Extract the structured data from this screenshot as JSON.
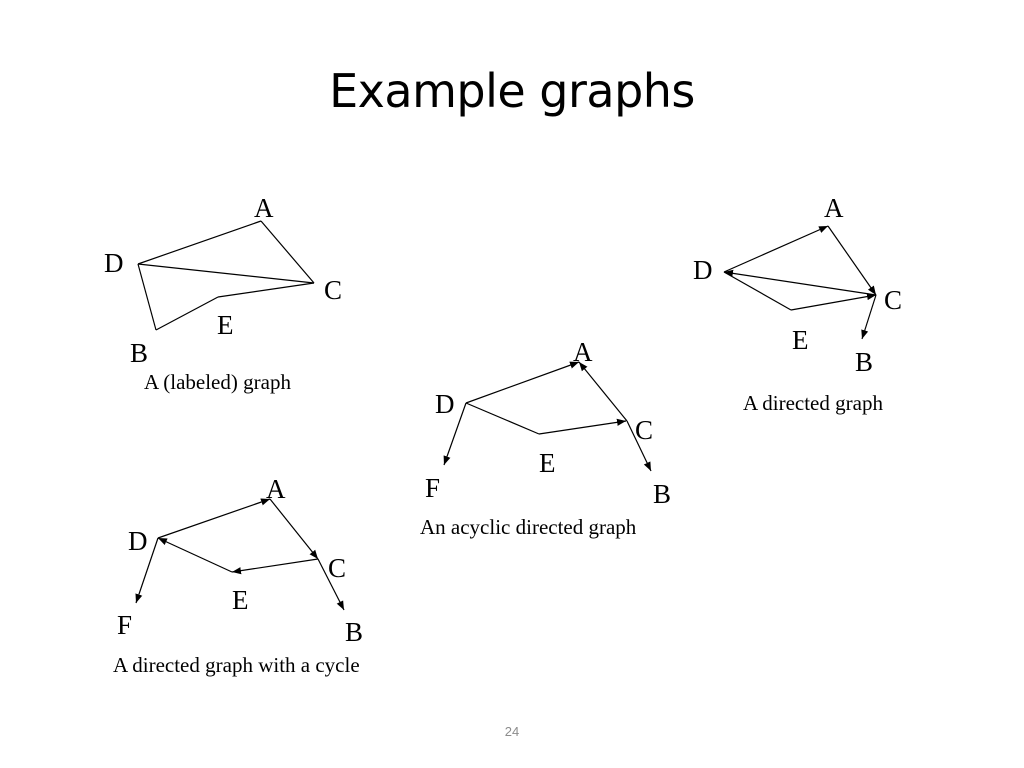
{
  "slide": {
    "title": "Example graphs",
    "page_number": "24"
  },
  "graphs": [
    {
      "id": "labeled",
      "caption": "A (labeled) graph",
      "nodes": {
        "A": "A",
        "B": "B",
        "C": "C",
        "D": "D",
        "E": "E"
      },
      "directed": false,
      "edges": [
        [
          "D",
          "A"
        ],
        [
          "A",
          "C"
        ],
        [
          "D",
          "C"
        ],
        [
          "D",
          "B"
        ],
        [
          "B",
          "E"
        ],
        [
          "E",
          "C"
        ]
      ]
    },
    {
      "id": "directed",
      "caption": "A directed graph",
      "nodes": {
        "A": "A",
        "B": "B",
        "C": "C",
        "D": "D",
        "E": "E"
      },
      "directed": true,
      "edges": [
        [
          "D",
          "A"
        ],
        [
          "A",
          "C"
        ],
        [
          "C",
          "D"
        ],
        [
          "D",
          "E"
        ],
        [
          "E",
          "C"
        ],
        [
          "C",
          "B"
        ]
      ]
    },
    {
      "id": "acyclic",
      "caption": "An acyclic directed graph",
      "nodes": {
        "A": "A",
        "B": "B",
        "C": "C",
        "D": "D",
        "E": "E",
        "F": "F"
      },
      "directed": true,
      "edges": [
        [
          "D",
          "A"
        ],
        [
          "C",
          "A"
        ],
        [
          "D",
          "E"
        ],
        [
          "E",
          "C"
        ],
        [
          "C",
          "B"
        ],
        [
          "D",
          "F"
        ]
      ]
    },
    {
      "id": "cycle",
      "caption": "A directed graph with a cycle",
      "nodes": {
        "A": "A",
        "B": "B",
        "C": "C",
        "D": "D",
        "E": "E",
        "F": "F"
      },
      "directed": true,
      "edges": [
        [
          "D",
          "A"
        ],
        [
          "A",
          "C"
        ],
        [
          "C",
          "E"
        ],
        [
          "E",
          "D"
        ],
        [
          "C",
          "B"
        ],
        [
          "D",
          "F"
        ]
      ]
    }
  ]
}
